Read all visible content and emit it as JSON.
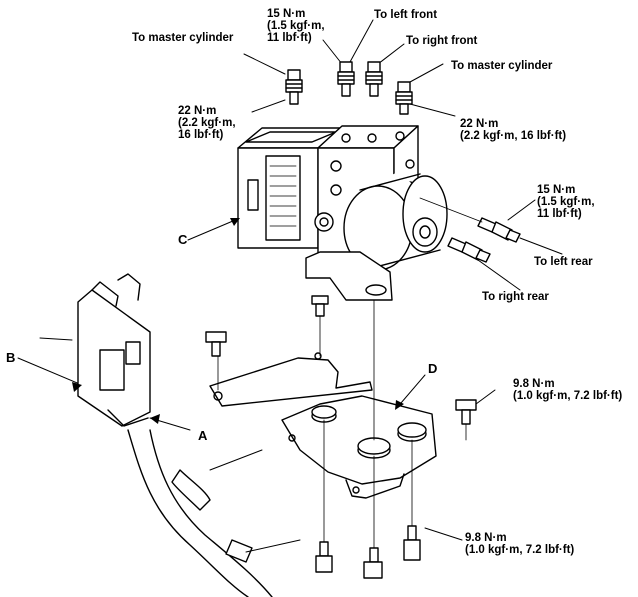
{
  "labels": {
    "to_master_cylinder_left": "To master cylinder",
    "torque_top": [
      "15 N·m",
      "(1.5 kgf·m,",
      "11 lbf·ft)"
    ],
    "to_left_front": "To left front",
    "to_right_front": "To right front",
    "to_master_cylinder_right": "To master cylinder",
    "torque_left_22": [
      "22 N·m",
      "(2.2 kgf·m,",
      "16 lbf·ft)"
    ],
    "torque_right_22": [
      "22 N·m",
      "(2.2 kgf·m, 16 lbf·ft)"
    ],
    "torque_rear_15": [
      "15 N·m",
      "(1.5 kgf·m,",
      "11 lbf·ft)"
    ],
    "to_left_rear": "To left rear",
    "to_right_rear": "To right rear",
    "callout_a": "A",
    "callout_b": "B",
    "callout_c": "C",
    "callout_d": "D",
    "torque_bracket_upper": [
      "9.8 N·m",
      "(1.0 kgf·m, 7.2 lbf·ft)"
    ],
    "torque_bracket_lower": [
      "9.8 N·m",
      "(1.0 kgf·m, 7.2 lbf·ft)"
    ]
  },
  "icons": [
    "abs-modulator-icon",
    "bracket-icon",
    "connector-icon",
    "bolt-icon",
    "flare-nut-icon"
  ]
}
